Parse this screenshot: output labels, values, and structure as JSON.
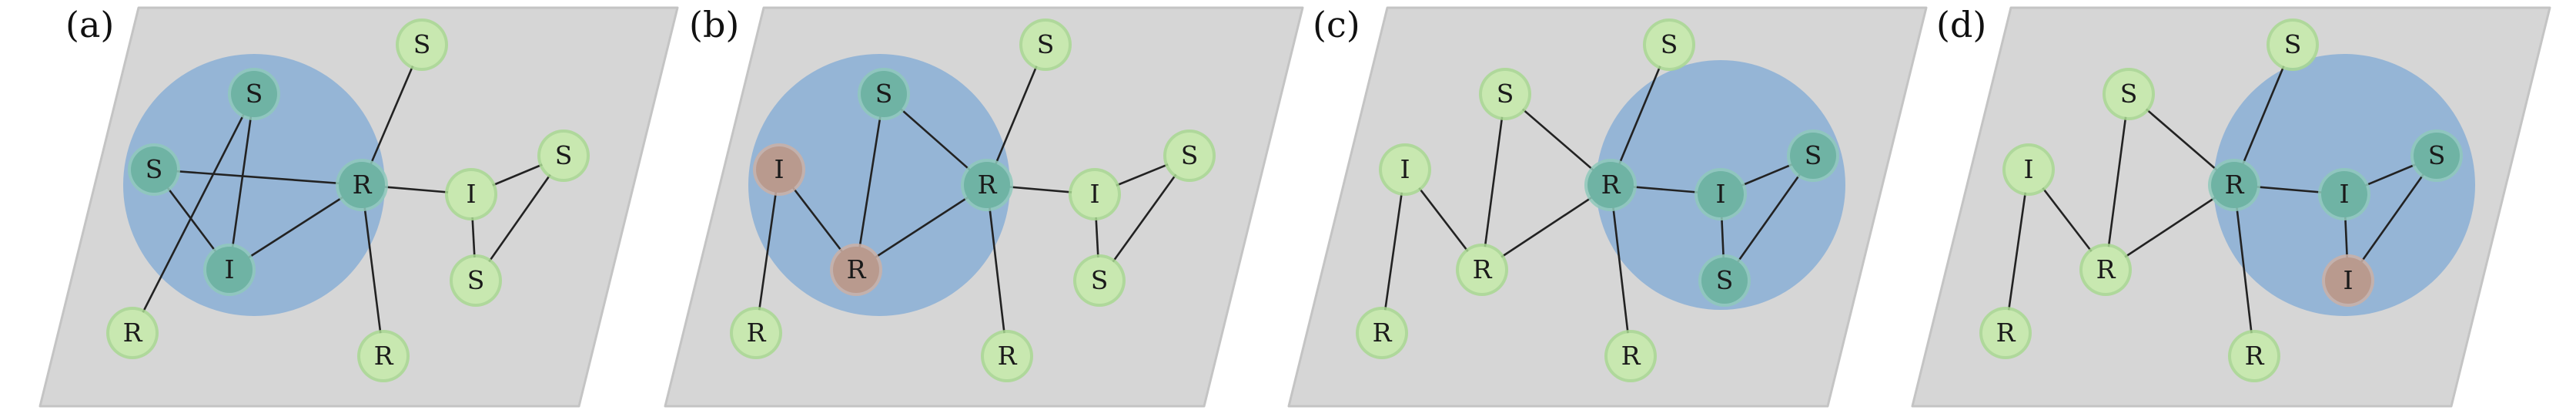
{
  "panels": [
    {
      "label": "(a)",
      "nodes": [
        {
          "id": "s1",
          "state": "S",
          "highlight": false
        },
        {
          "id": "s2",
          "state": "S",
          "highlight": true
        },
        {
          "id": "s3",
          "state": "S",
          "highlight": true
        },
        {
          "id": "r1",
          "state": "R",
          "highlight": true
        },
        {
          "id": "i1",
          "state": "I",
          "highlight": true
        },
        {
          "id": "i2",
          "state": "I",
          "highlight": false
        },
        {
          "id": "s4",
          "state": "S",
          "highlight": false
        },
        {
          "id": "s5",
          "state": "S",
          "highlight": false
        },
        {
          "id": "r2",
          "state": "R",
          "highlight": false
        },
        {
          "id": "r3",
          "state": "R",
          "highlight": false
        }
      ],
      "edges": [
        [
          "s1",
          "r1"
        ],
        [
          "s2",
          "r1"
        ],
        [
          "s2",
          "i1"
        ],
        [
          "s3",
          "i1"
        ],
        [
          "s3",
          "r2"
        ],
        [
          "r1",
          "i1"
        ],
        [
          "r1",
          "i2"
        ],
        [
          "r1",
          "r3"
        ],
        [
          "i2",
          "s4"
        ],
        [
          "i2",
          "s5"
        ],
        [
          "s4",
          "s5"
        ]
      ]
    },
    {
      "label": "(b)",
      "nodes": [
        {
          "id": "s1",
          "state": "S",
          "highlight": false
        },
        {
          "id": "s2",
          "state": "S",
          "highlight": true
        },
        {
          "id": "i0",
          "state": "I",
          "highlight": true,
          "infected": true
        },
        {
          "id": "r1",
          "state": "R",
          "highlight": true
        },
        {
          "id": "r0",
          "state": "R",
          "highlight": true,
          "infected": true
        },
        {
          "id": "i2",
          "state": "I",
          "highlight": false
        },
        {
          "id": "s4",
          "state": "S",
          "highlight": false
        },
        {
          "id": "s5",
          "state": "S",
          "highlight": false
        },
        {
          "id": "r2",
          "state": "R",
          "highlight": false
        },
        {
          "id": "r3",
          "state": "R",
          "highlight": false
        }
      ],
      "edges": [
        [
          "s1",
          "r1"
        ],
        [
          "s2",
          "r1"
        ],
        [
          "s2",
          "r0"
        ],
        [
          "i0",
          "r0"
        ],
        [
          "i0",
          "r2"
        ],
        [
          "r1",
          "r0"
        ],
        [
          "r1",
          "i2"
        ],
        [
          "r1",
          "r3"
        ],
        [
          "i2",
          "s4"
        ],
        [
          "i2",
          "s5"
        ],
        [
          "s4",
          "s5"
        ]
      ]
    },
    {
      "label": "(c)",
      "nodes": [
        {
          "id": "s1",
          "state": "S",
          "highlight": false
        },
        {
          "id": "s2",
          "state": "S",
          "highlight": false
        },
        {
          "id": "i0",
          "state": "I",
          "highlight": false
        },
        {
          "id": "r1",
          "state": "R",
          "highlight": true
        },
        {
          "id": "r0",
          "state": "R",
          "highlight": false
        },
        {
          "id": "i2",
          "state": "I",
          "highlight": true
        },
        {
          "id": "s4",
          "state": "S",
          "highlight": true
        },
        {
          "id": "s5",
          "state": "S",
          "highlight": true
        },
        {
          "id": "r2",
          "state": "R",
          "highlight": false
        },
        {
          "id": "r3",
          "state": "R",
          "highlight": false
        }
      ],
      "edges": [
        [
          "s1",
          "r1"
        ],
        [
          "s2",
          "r1"
        ],
        [
          "s2",
          "r0"
        ],
        [
          "i0",
          "r0"
        ],
        [
          "i0",
          "r2"
        ],
        [
          "r1",
          "r0"
        ],
        [
          "r1",
          "i2"
        ],
        [
          "r1",
          "r3"
        ],
        [
          "i2",
          "s4"
        ],
        [
          "i2",
          "s5"
        ],
        [
          "s4",
          "s5"
        ]
      ]
    },
    {
      "label": "(d)",
      "nodes": [
        {
          "id": "s1",
          "state": "S",
          "highlight": false
        },
        {
          "id": "s2",
          "state": "S",
          "highlight": false
        },
        {
          "id": "i0",
          "state": "I",
          "highlight": false
        },
        {
          "id": "r1",
          "state": "R",
          "highlight": true
        },
        {
          "id": "r0",
          "state": "R",
          "highlight": false
        },
        {
          "id": "i2",
          "state": "I",
          "highlight": true
        },
        {
          "id": "s4",
          "state": "S",
          "highlight": true
        },
        {
          "id": "i5",
          "state": "I",
          "highlight": true,
          "infected": true
        },
        {
          "id": "r2",
          "state": "R",
          "highlight": false
        },
        {
          "id": "r3",
          "state": "R",
          "highlight": false
        }
      ],
      "edges": [
        [
          "s1",
          "r1"
        ],
        [
          "s2",
          "r1"
        ],
        [
          "s2",
          "r0"
        ],
        [
          "i0",
          "r0"
        ],
        [
          "i0",
          "r2"
        ],
        [
          "r1",
          "r0"
        ],
        [
          "r1",
          "i2"
        ],
        [
          "r1",
          "r3"
        ],
        [
          "i2",
          "s4"
        ],
        [
          "i2",
          "i5"
        ],
        [
          "s4",
          "i5"
        ]
      ]
    }
  ],
  "colors": {
    "panel_fill": "#d6d6d6",
    "panel_stroke": "#c4c4c4",
    "circle_fill": "#8fb2d6",
    "node_green": "#c8e8b0",
    "node_green_ring": "#a8d890",
    "node_teal": "#6fb3a4",
    "node_teal_ring": "#8fc9bb",
    "node_infected": "#b99a8e",
    "node_infected_ring": "#cbb0a6",
    "edge": "#222222"
  }
}
